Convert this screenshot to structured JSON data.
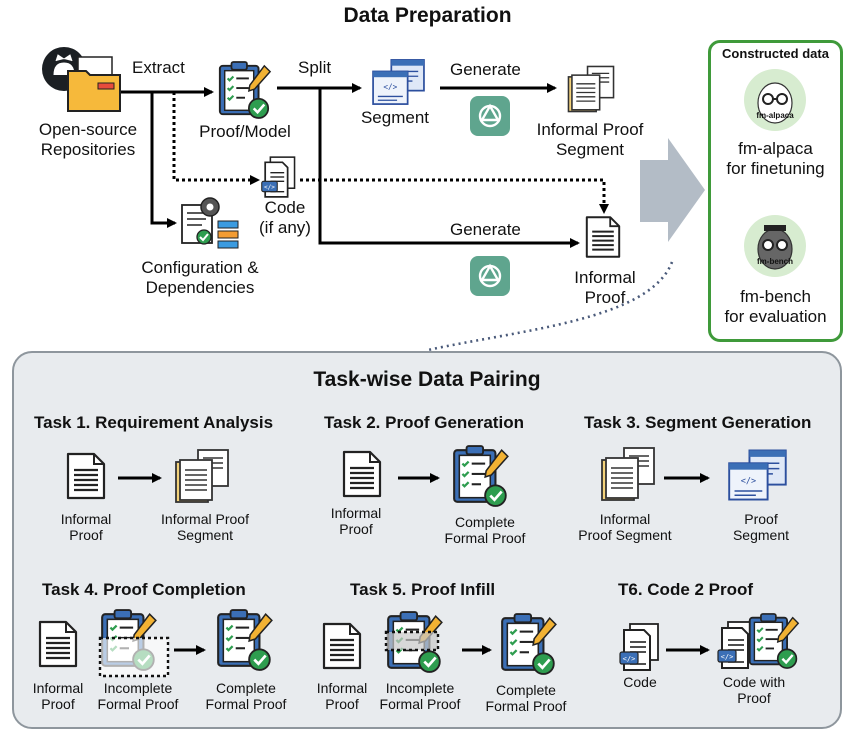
{
  "header": {
    "title": "Data Preparation"
  },
  "pipeline": {
    "repo_label": [
      "Open-source",
      "Repositories"
    ],
    "extract_label": "Extract",
    "proof_model_label": "Proof/Model",
    "split_label": "Split",
    "segment_label": "Segment",
    "generate_top_label": "Generate",
    "informal_segment_label": [
      "Informal Proof",
      "Segment"
    ],
    "code_label": [
      "Code",
      "(if any)"
    ],
    "config_label": [
      "Configuration &",
      "Dependencies"
    ],
    "generate_bottom_label": "Generate",
    "informal_proof_label": [
      "Informal",
      "Proof"
    ]
  },
  "constructed": {
    "title": "Constructed data",
    "alpaca_logo": "fm-alpaca",
    "alpaca_label": [
      "fm-alpaca",
      "for finetuning"
    ],
    "bench_logo": "fm-bench",
    "bench_label": [
      "fm-bench",
      "for evaluation"
    ]
  },
  "pairing": {
    "title": "Task-wise Data Pairing",
    "tasks": [
      {
        "title": "Task 1. Requirement Analysis",
        "input": [
          "Informal",
          "Proof"
        ],
        "output": [
          "Informal Proof",
          "Segment"
        ]
      },
      {
        "title": "Task 2. Proof Generation",
        "input": [
          "Informal",
          "Proof"
        ],
        "output": [
          "Complete",
          "Formal Proof"
        ]
      },
      {
        "title": "Task 3. Segment Generation",
        "input": [
          "Informal",
          "Proof Segment"
        ],
        "output": [
          "Proof",
          "Segment"
        ]
      },
      {
        "title": "Task 4. Proof Completion",
        "input_a": [
          "Informal",
          "Proof"
        ],
        "input_b": [
          "Incomplete",
          "Formal Proof"
        ],
        "output": [
          "Complete",
          "Formal Proof"
        ]
      },
      {
        "title": "Task 5. Proof Infill",
        "input_a": [
          "Informal",
          "Proof"
        ],
        "input_b": [
          "Incomplete",
          "Formal Proof"
        ],
        "output": [
          "Complete",
          "Formal Proof"
        ]
      },
      {
        "title": "T6. Code 2 Proof",
        "input": [
          "Code"
        ],
        "output": [
          "Code with",
          "Proof"
        ]
      }
    ]
  },
  "colors": {
    "green_border": "#3f9a3a",
    "panel_bg": "#e8ebee",
    "arrow_gray": "#b3bcc6",
    "openai_teal": "#5fa58e"
  }
}
